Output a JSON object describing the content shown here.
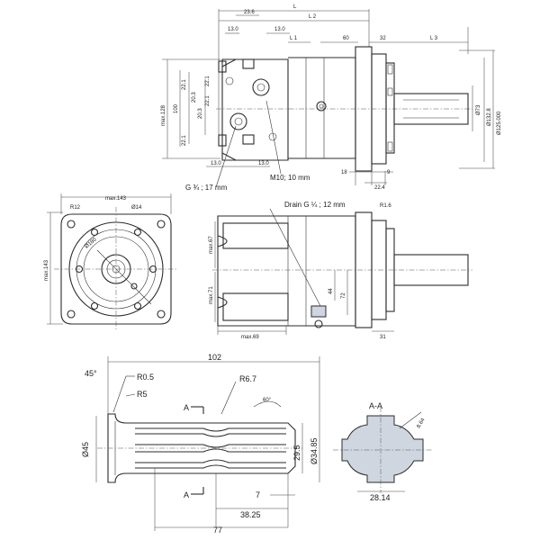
{
  "top_view": {
    "L": "L",
    "L2": "L 2",
    "L1": "L 1",
    "L3": "L 3",
    "d23_6": "23.6",
    "d13_0a": "13.0",
    "d13_0b": "13.0",
    "d60": "60",
    "d32": "32",
    "d22_1a": "22.1",
    "d22_1b": "22.1",
    "d20_3a": "20.3",
    "d20_3b": "20.3",
    "d22_1c": "22.1",
    "d22_1d": "22.1",
    "d100": "100",
    "max128": "max.128",
    "d13_0c": "13.0",
    "d13_0d": "13.0",
    "d18": "18",
    "d9": "9",
    "d22_4": "22.4",
    "dia73": "Ø73",
    "dia132": "Ø132.8",
    "dia125": "Ø125.000",
    "port_label": "G ¾ ; 17 mm",
    "m10_label": "M10; 10 mm"
  },
  "front_view": {
    "max143": "max.143",
    "r12": "R12",
    "dia14": "Ø14",
    "dia180": "Ø180",
    "max143_side": "max.143"
  },
  "side_view": {
    "drain_label": "Drain G ¼ ; 12 mm",
    "r1_6": "R1.6",
    "max67": "max.67",
    "max71": "max.71",
    "d72": "72",
    "d44": "44",
    "max69": "max.69",
    "d31": "31"
  },
  "shaft_view": {
    "d102": "102",
    "deg45": "45°",
    "r0_5": "R0.5",
    "r5": "R5",
    "r6_7": "R6.7",
    "deg60": "60°",
    "section_a_top": "A",
    "section_a_bottom": "A",
    "dia45": "Ø45",
    "d29_5": "29.5",
    "dia34_85": "Ø34.85",
    "d7": "7",
    "d38_25": "38.25",
    "d77": "77"
  },
  "section_view": {
    "title": "A-A",
    "d8_64": "8.64",
    "d28_14": "28.14"
  }
}
